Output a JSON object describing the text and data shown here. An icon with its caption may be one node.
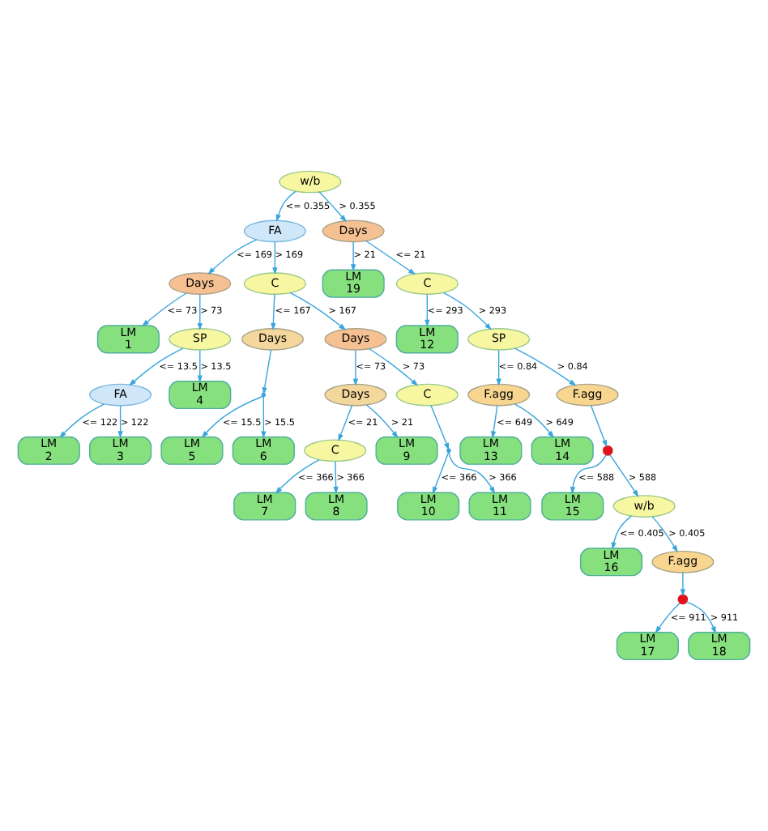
{
  "diagram": {
    "nodes": [
      {
        "text": [
          "w/b"
        ]
      },
      {
        "text": [
          "FA"
        ]
      },
      {
        "text": [
          "Days"
        ]
      },
      {
        "text": [
          "Days"
        ]
      },
      {
        "text": [
          "C"
        ]
      },
      {
        "text": [
          "LM 19"
        ]
      },
      {
        "text": [
          "C"
        ]
      },
      {
        "text": [
          "LM 1"
        ]
      },
      {
        "text": [
          "SP"
        ]
      },
      {
        "text": [
          "Days"
        ]
      },
      {
        "text": [
          "Days"
        ]
      },
      {
        "text": [
          "LM 12"
        ]
      },
      {
        "text": [
          "SP"
        ]
      },
      {
        "text": [
          "FA"
        ]
      },
      {
        "text": [
          "LM 4"
        ]
      },
      {
        "text": [
          "Days"
        ]
      },
      {
        "text": [
          "C"
        ]
      },
      {
        "text": [
          "F.agg"
        ]
      },
      {
        "text": [
          "F.agg"
        ]
      },
      {
        "text": [
          "LM 2"
        ]
      },
      {
        "text": [
          "LM 3"
        ]
      },
      {
        "text": [
          "LM 9"
        ]
      },
      {
        "text": [
          "LM 13"
        ]
      },
      {
        "text": [
          "LM 14"
        ]
      },
      {
        "text": [
          "C"
        ]
      },
      {
        "text": [],
        "shape": "point"
      },
      {
        "text": [],
        "shape": "circle"
      },
      {
        "text": [
          "LM 5"
        ]
      },
      {
        "text": [
          "LM 6"
        ]
      },
      {
        "text": [
          "LM 7"
        ]
      },
      {
        "text": [
          "LM 8"
        ]
      },
      {
        "text": [
          "LM 15"
        ]
      },
      {
        "text": [
          "w/b"
        ]
      },
      {
        "text": [],
        "shape": "point"
      },
      {
        "text": [
          "LM 16"
        ]
      },
      {
        "text": [
          "F.agg"
        ]
      },
      {
        "text": [
          "LM 10"
        ]
      },
      {
        "text": [
          "LM 11"
        ]
      },
      {
        "text": [],
        "shape": "circle"
      },
      {
        "text": [
          "LM 17"
        ]
      },
      {
        "text": [
          "LM 18"
        ]
      }
    ],
    "edges": [
      {
        "from": 0,
        "to": 1,
        "arrow": "to",
        "label": "<= 0.355"
      },
      {
        "from": 0,
        "to": 2,
        "arrow": "to",
        "label": "> 0.355"
      },
      {
        "from": 1,
        "to": 3,
        "arrow": "to",
        "label": "<= 169"
      },
      {
        "from": 1,
        "to": 4,
        "arrow": "to",
        "label": "> 169"
      },
      {
        "from": 3,
        "to": 7,
        "arrow": "to",
        "label": "<= 73"
      },
      {
        "from": 3,
        "to": 8,
        "arrow": "to",
        "label": "> 73"
      },
      {
        "from": 8,
        "to": 13,
        "arrow": "to",
        "label": "<= 13.5"
      },
      {
        "from": 8,
        "to": 14,
        "arrow": "to",
        "label": "> 13.5"
      },
      {
        "from": 13,
        "to": 19,
        "arrow": "to",
        "label": "<= 122"
      },
      {
        "from": 13,
        "to": 20,
        "arrow": "to",
        "label": "> 122"
      },
      {
        "from": 4,
        "to": 9,
        "arrow": "to",
        "label": "<= 167"
      },
      {
        "from": 4,
        "to": 10,
        "arrow": "to",
        "label": "> 167"
      },
      {
        "from": 9,
        "to": 25,
        "arrow": "to"
      },
      {
        "from": 25,
        "to": 27,
        "arrow": "to",
        "label": "<= 15.5"
      },
      {
        "from": 25,
        "to": 28,
        "arrow": "to",
        "label": "> 15.5"
      },
      {
        "from": 10,
        "to": 15,
        "arrow": "to",
        "label": "<= 73"
      },
      {
        "from": 10,
        "to": 16,
        "arrow": "to",
        "label": "> 73"
      },
      {
        "from": 15,
        "to": 24,
        "arrow": "to",
        "label": "<= 21"
      },
      {
        "from": 15,
        "to": 21,
        "arrow": "to",
        "label": "> 21"
      },
      {
        "from": 24,
        "to": 29,
        "arrow": "to",
        "label": "<= 366"
      },
      {
        "from": 24,
        "to": 30,
        "arrow": "to",
        "label": "> 366"
      },
      {
        "from": 16,
        "to": 33,
        "arrow": "to"
      },
      {
        "from": 33,
        "to": 36,
        "arrow": "to",
        "label": "<= 366"
      },
      {
        "from": 33,
        "to": 37,
        "arrow": "to",
        "label": "> 366"
      },
      {
        "from": 2,
        "to": 5,
        "arrow": "to",
        "label": "> 21"
      },
      {
        "from": 2,
        "to": 6,
        "arrow": "to",
        "label": "<= 21"
      },
      {
        "from": 6,
        "to": 11,
        "arrow": "to",
        "label": "<= 293"
      },
      {
        "from": 6,
        "to": 12,
        "arrow": "to",
        "label": "> 293"
      },
      {
        "from": 12,
        "to": 17,
        "arrow": "to",
        "label": "<= 0.84"
      },
      {
        "from": 12,
        "to": 18,
        "arrow": "to",
        "label": "> 0.84"
      },
      {
        "from": 17,
        "to": 22,
        "arrow": "to",
        "label": "<= 649"
      },
      {
        "from": 17,
        "to": 23,
        "arrow": "to",
        "label": "> 649"
      },
      {
        "from": 18,
        "to": 26,
        "arrow": "to"
      },
      {
        "from": 26,
        "to": 31,
        "arrow": "to",
        "label": "<= 588"
      },
      {
        "from": 26,
        "to": 32,
        "arrow": "to",
        "label": "> 588"
      },
      {
        "from": 32,
        "to": 34,
        "arrow": "to",
        "label": "<= 0.405"
      },
      {
        "from": 32,
        "to": 35,
        "arrow": "to",
        "label": "> 0.405"
      },
      {
        "from": 35,
        "to": 38,
        "arrow": "to"
      },
      {
        "from": 38,
        "to": 39,
        "arrow": "to",
        "label": "<= 911"
      },
      {
        "from": 38,
        "to": 40,
        "arrow": "to",
        "label": "> 911"
      }
    ]
  }
}
